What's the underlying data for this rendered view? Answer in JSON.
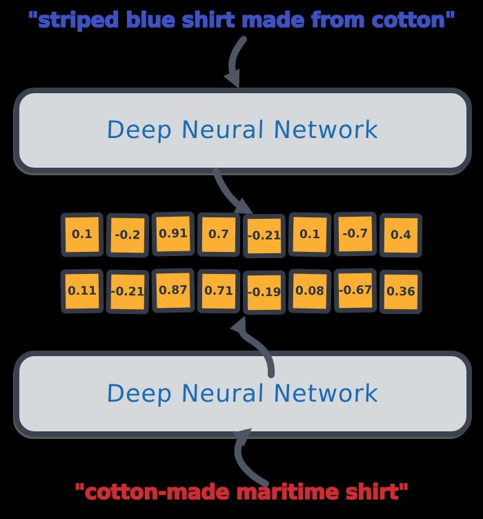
{
  "diagram": {
    "top_caption": "\"striped blue shirt made from cotton\"",
    "encoder_label": "Deep Neural Network",
    "decoder_label": "Deep Neural Network",
    "bottom_caption": "\"cotton-made maritime shirt\"",
    "embedding": {
      "row1": [
        "0.1",
        "-0.2",
        "0.91",
        "0.7",
        "-0.21",
        "0.1",
        "-0.7",
        "0.4"
      ],
      "row2": [
        "0.11",
        "-0.21",
        "0.87",
        "0.71",
        "-0.19",
        "0.08",
        "-0.67",
        "0.36"
      ]
    },
    "colors": {
      "background": "#000000",
      "caption_top": "#3d52c4",
      "caption_bottom": "#cf2d33",
      "box_fill": "#d5d9dc",
      "box_border": "#3a4250",
      "box_label": "#1b6cb4",
      "cell_fill": "#fbb034",
      "cell_border": "#343b47",
      "cell_text": "#2c3543",
      "arrow": "#4e5663"
    }
  }
}
